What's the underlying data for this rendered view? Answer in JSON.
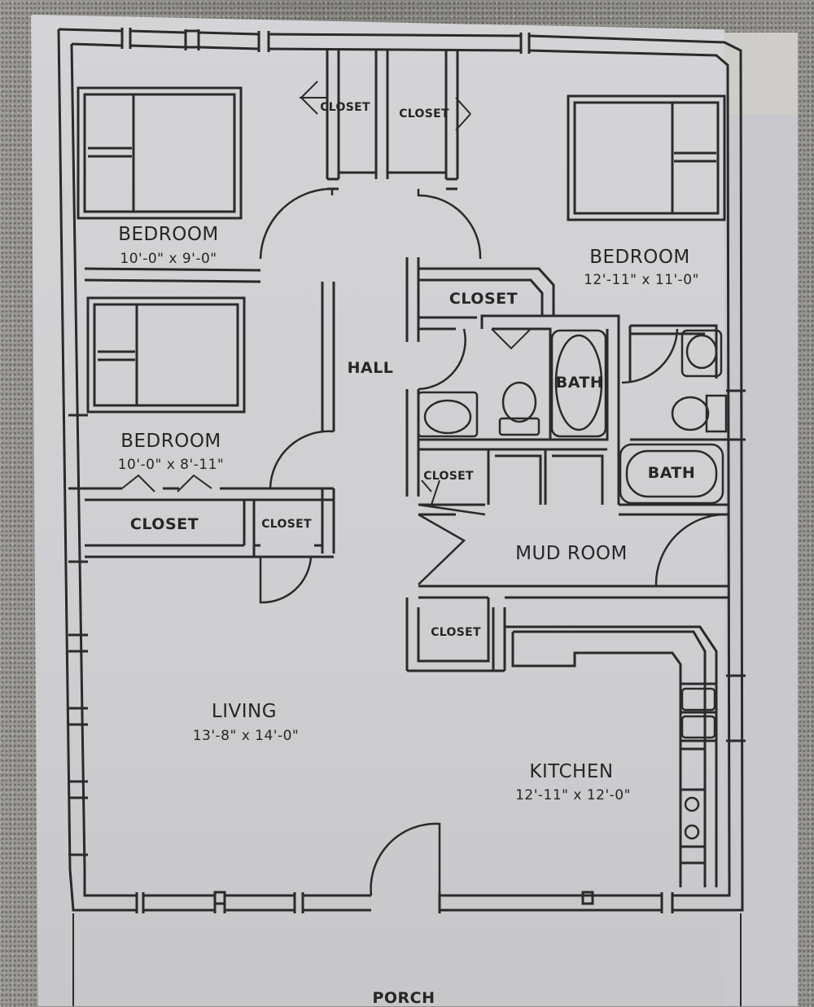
{
  "rooms": {
    "bedroom_1": {
      "name": "BEDROOM",
      "size": "10'-0\" x 9'-0\""
    },
    "bedroom_2": {
      "name": "BEDROOM",
      "size": "12'-11\" x 11'-0\""
    },
    "bedroom_3": {
      "name": "BEDROOM",
      "size": "10'-0\" x 8'-11\""
    },
    "living": {
      "name": "LIVING",
      "size": "13'-8\" x 14'-0\""
    },
    "kitchen": {
      "name": "KITCHEN",
      "size": "12'-11\" x 12'-0\""
    },
    "mud_room": {
      "name": "MUD ROOM"
    },
    "hall": {
      "name": "HALL"
    },
    "porch": {
      "name": "PORCH"
    },
    "bath_1": {
      "name": "BATH"
    },
    "bath_2": {
      "name": "BATH"
    },
    "closet_top_left": {
      "name": "CLOSET"
    },
    "closet_top_right": {
      "name": "CLOSET"
    },
    "closet_bath": {
      "name": "CLOSET"
    },
    "closet_bedroom": {
      "name": "CLOSET"
    },
    "closet_hall": {
      "name": "CLOSET"
    },
    "closet_mud": {
      "name": "CLOSET"
    },
    "closet_kitchen": {
      "name": "CLOSET"
    }
  },
  "colors": {
    "ink": "#262626",
    "paper": "#d2d1d4",
    "counter": "#8f8d89"
  }
}
